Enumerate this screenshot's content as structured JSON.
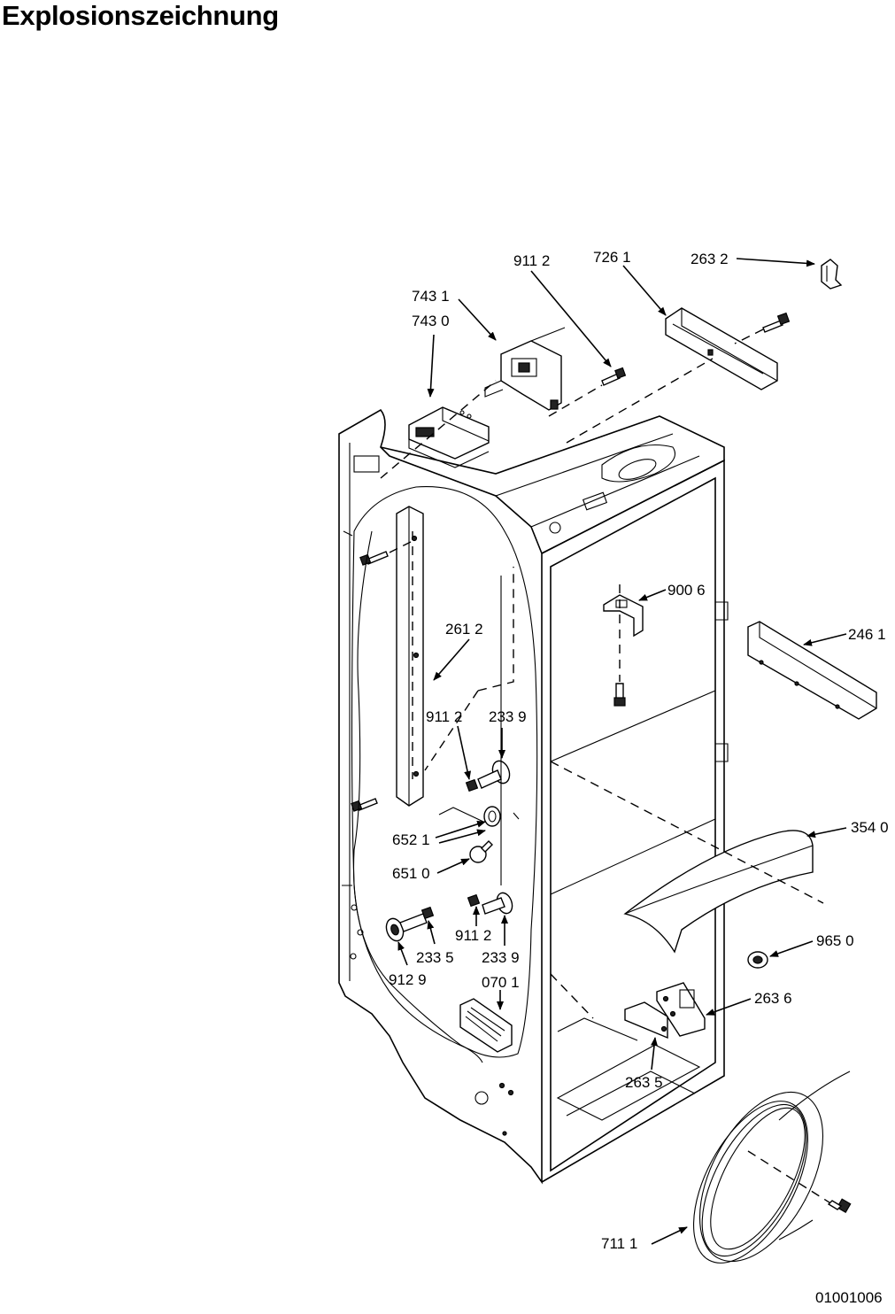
{
  "page": {
    "title": "Explosionszeichnung",
    "document_code": "01001006"
  },
  "callouts": [
    {
      "id": "c-911-2-top",
      "text": "911  2"
    },
    {
      "id": "c-726-1",
      "text": "726 1"
    },
    {
      "id": "c-263-2",
      "text": "263 2"
    },
    {
      "id": "c-743-1",
      "text": "743 1"
    },
    {
      "id": "c-743-0",
      "text": "743 0"
    },
    {
      "id": "c-900-6",
      "text": "900 6"
    },
    {
      "id": "c-261-2",
      "text": "261 2"
    },
    {
      "id": "c-246-1",
      "text": "246 1"
    },
    {
      "id": "c-911-2-mid",
      "text": "911 2"
    },
    {
      "id": "c-233-9-top",
      "text": "233  9"
    },
    {
      "id": "c-652-1",
      "text": "652 1"
    },
    {
      "id": "c-354-0",
      "text": "354 0"
    },
    {
      "id": "c-651-0",
      "text": "651 0"
    },
    {
      "id": "c-911-2-low",
      "text": "911 2"
    },
    {
      "id": "c-965-0",
      "text": "965 0"
    },
    {
      "id": "c-233-5",
      "text": "233  5"
    },
    {
      "id": "c-233-9-low",
      "text": "233   9"
    },
    {
      "id": "c-912-9",
      "text": "912 9"
    },
    {
      "id": "c-070-1",
      "text": "070  1"
    },
    {
      "id": "c-263-6",
      "text": "263 6"
    },
    {
      "id": "c-263-5",
      "text": "263 5"
    },
    {
      "id": "c-711-1",
      "text": "711 1"
    }
  ]
}
